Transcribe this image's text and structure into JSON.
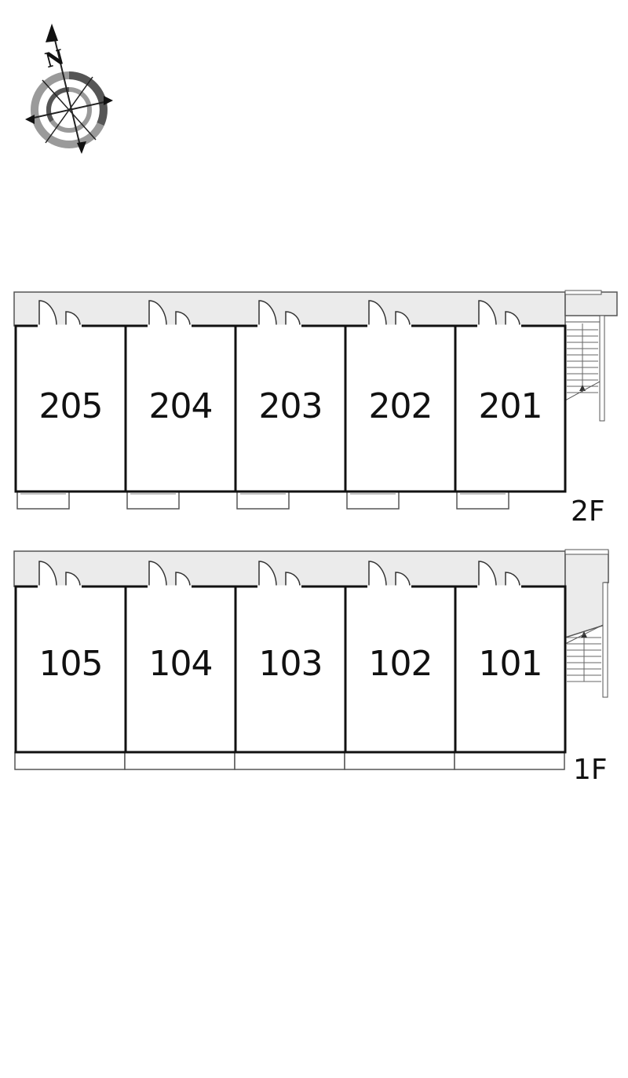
{
  "compass": {
    "north_label": "N",
    "icon": "compass-rose-icon"
  },
  "floors": [
    {
      "floor_label": "2F",
      "units": [
        "205",
        "204",
        "203",
        "202",
        "201"
      ]
    },
    {
      "floor_label": "1F",
      "units": [
        "105",
        "104",
        "103",
        "102",
        "101"
      ]
    }
  ],
  "colors": {
    "wall": "#111111",
    "corridor": "#ebebeb",
    "line": "#555555"
  }
}
